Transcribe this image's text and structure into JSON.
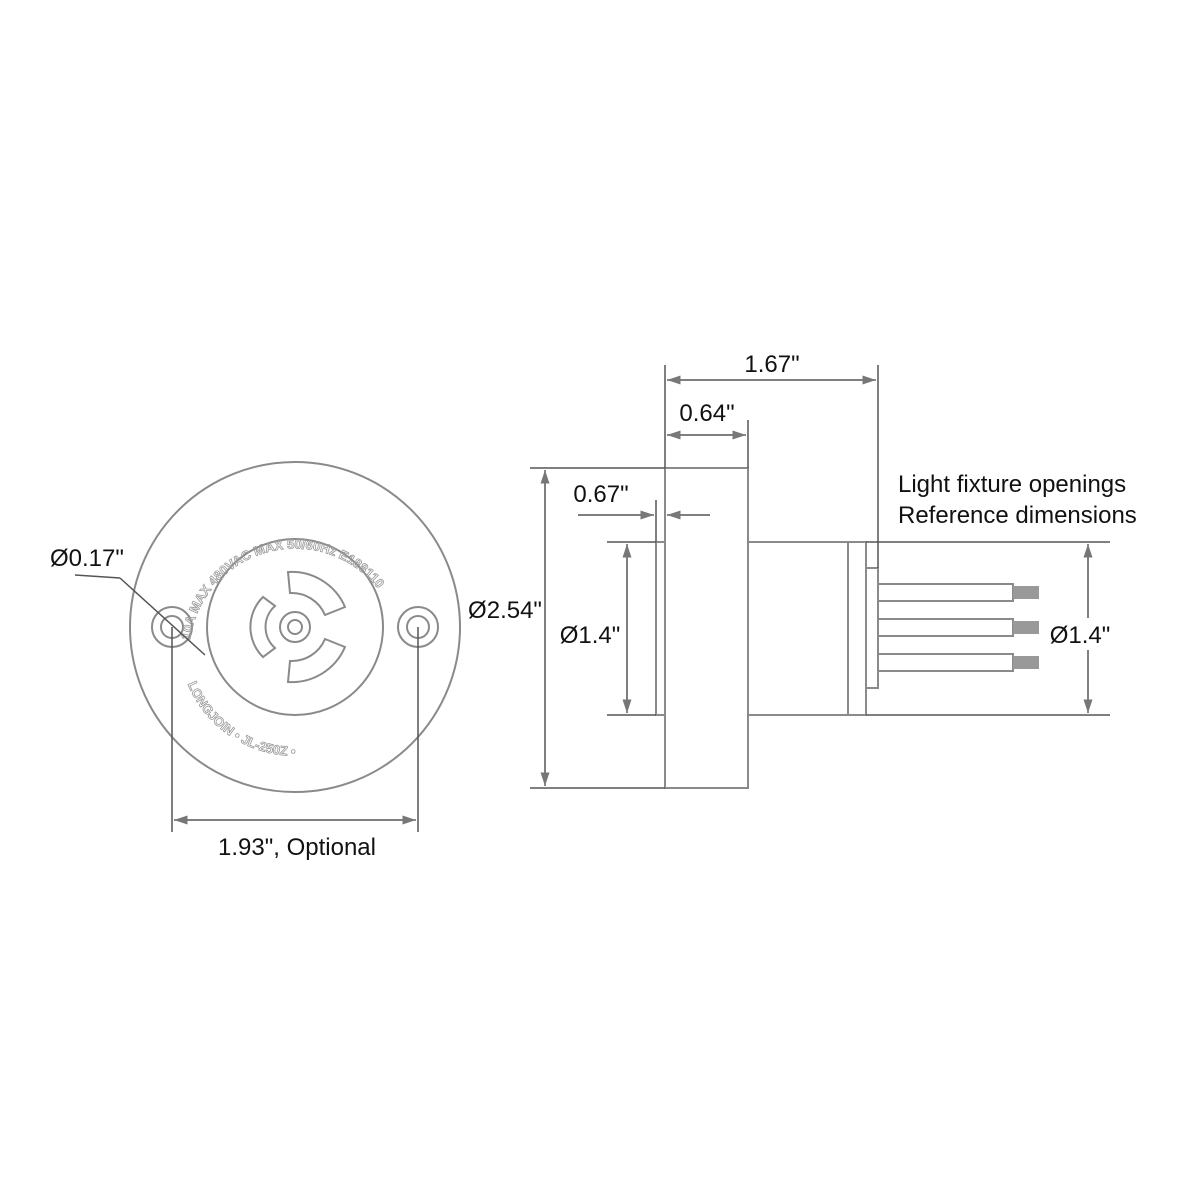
{
  "front_view": {
    "hole_dia_label": "Ø0.17\"",
    "outer_dia_label": "Ø2.54\"",
    "hole_spacing_label": "1.93\", Optional",
    "markings": {
      "top_arc": "10A MAX 480VAC MAX 50/60Hz E188110",
      "bottom_arc": "LONGJOIN • JL-250Z •"
    }
  },
  "side_view": {
    "overall_length_label": "1.67\"",
    "flange_thickness_label": "0.64\"",
    "lip_label": "0.67\"",
    "flange_dia_label": "Ø2.54\"",
    "body_dia_left_label": "Ø1.4\"",
    "body_dia_right_label": "Ø1.4\"",
    "note_line1": "Light fixture openings",
    "note_line2": "Reference dimensions"
  }
}
